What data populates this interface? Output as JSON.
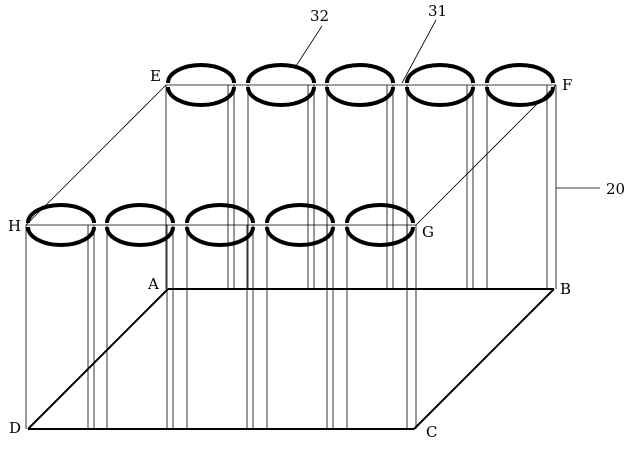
{
  "labels": {
    "E": "E",
    "F": "F",
    "H": "H",
    "G": "G",
    "A": "A",
    "B": "B",
    "C": "C",
    "D": "D",
    "ref_32": "32",
    "ref_31": "31",
    "ref_20": "20"
  },
  "colors": {
    "stroke": "#000000",
    "background": "#ffffff"
  }
}
